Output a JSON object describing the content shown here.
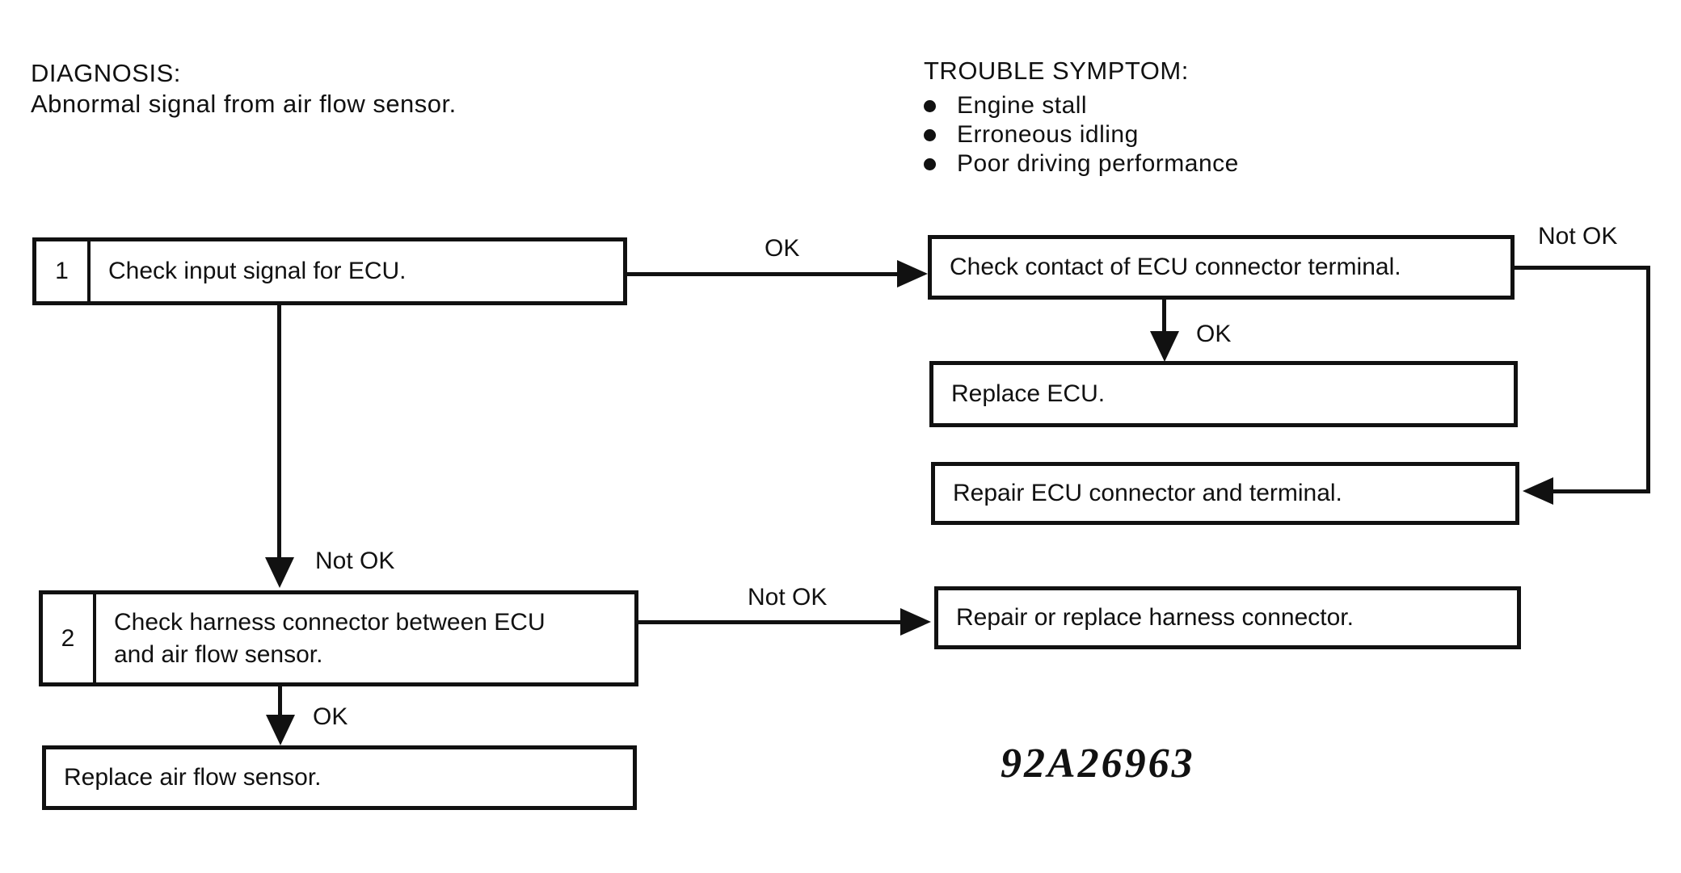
{
  "diagnosis": {
    "heading": "DIAGNOSIS:",
    "text": "Abnormal signal from air flow sensor."
  },
  "trouble_symptom": {
    "heading": "TROUBLE SYMPTOM:",
    "items": [
      "Engine stall",
      "Erroneous idling",
      "Poor driving performance"
    ]
  },
  "flowchart": {
    "step1": {
      "number": "1",
      "label": "Check input signal for ECU."
    },
    "step2": {
      "number": "2",
      "label": "Check harness connector between ECU and air flow sensor."
    },
    "check_contact": {
      "label": "Check contact of ECU connector terminal."
    },
    "replace_ecu": {
      "label": "Replace ECU."
    },
    "repair_connector": {
      "label": "Repair ECU connector and terminal."
    },
    "repair_harness": {
      "label": "Repair or replace harness connector."
    },
    "replace_sensor": {
      "label": "Replace air flow sensor."
    },
    "edges": {
      "step1_ok": "OK",
      "step1_not_ok": "Not OK",
      "contact_ok": "OK",
      "contact_not_ok": "Not OK",
      "step2_not_ok": "Not OK",
      "step2_ok": "OK"
    }
  },
  "figure_code": "92A26963",
  "colors": {
    "ink": "#111111",
    "paper": "#ffffff"
  }
}
